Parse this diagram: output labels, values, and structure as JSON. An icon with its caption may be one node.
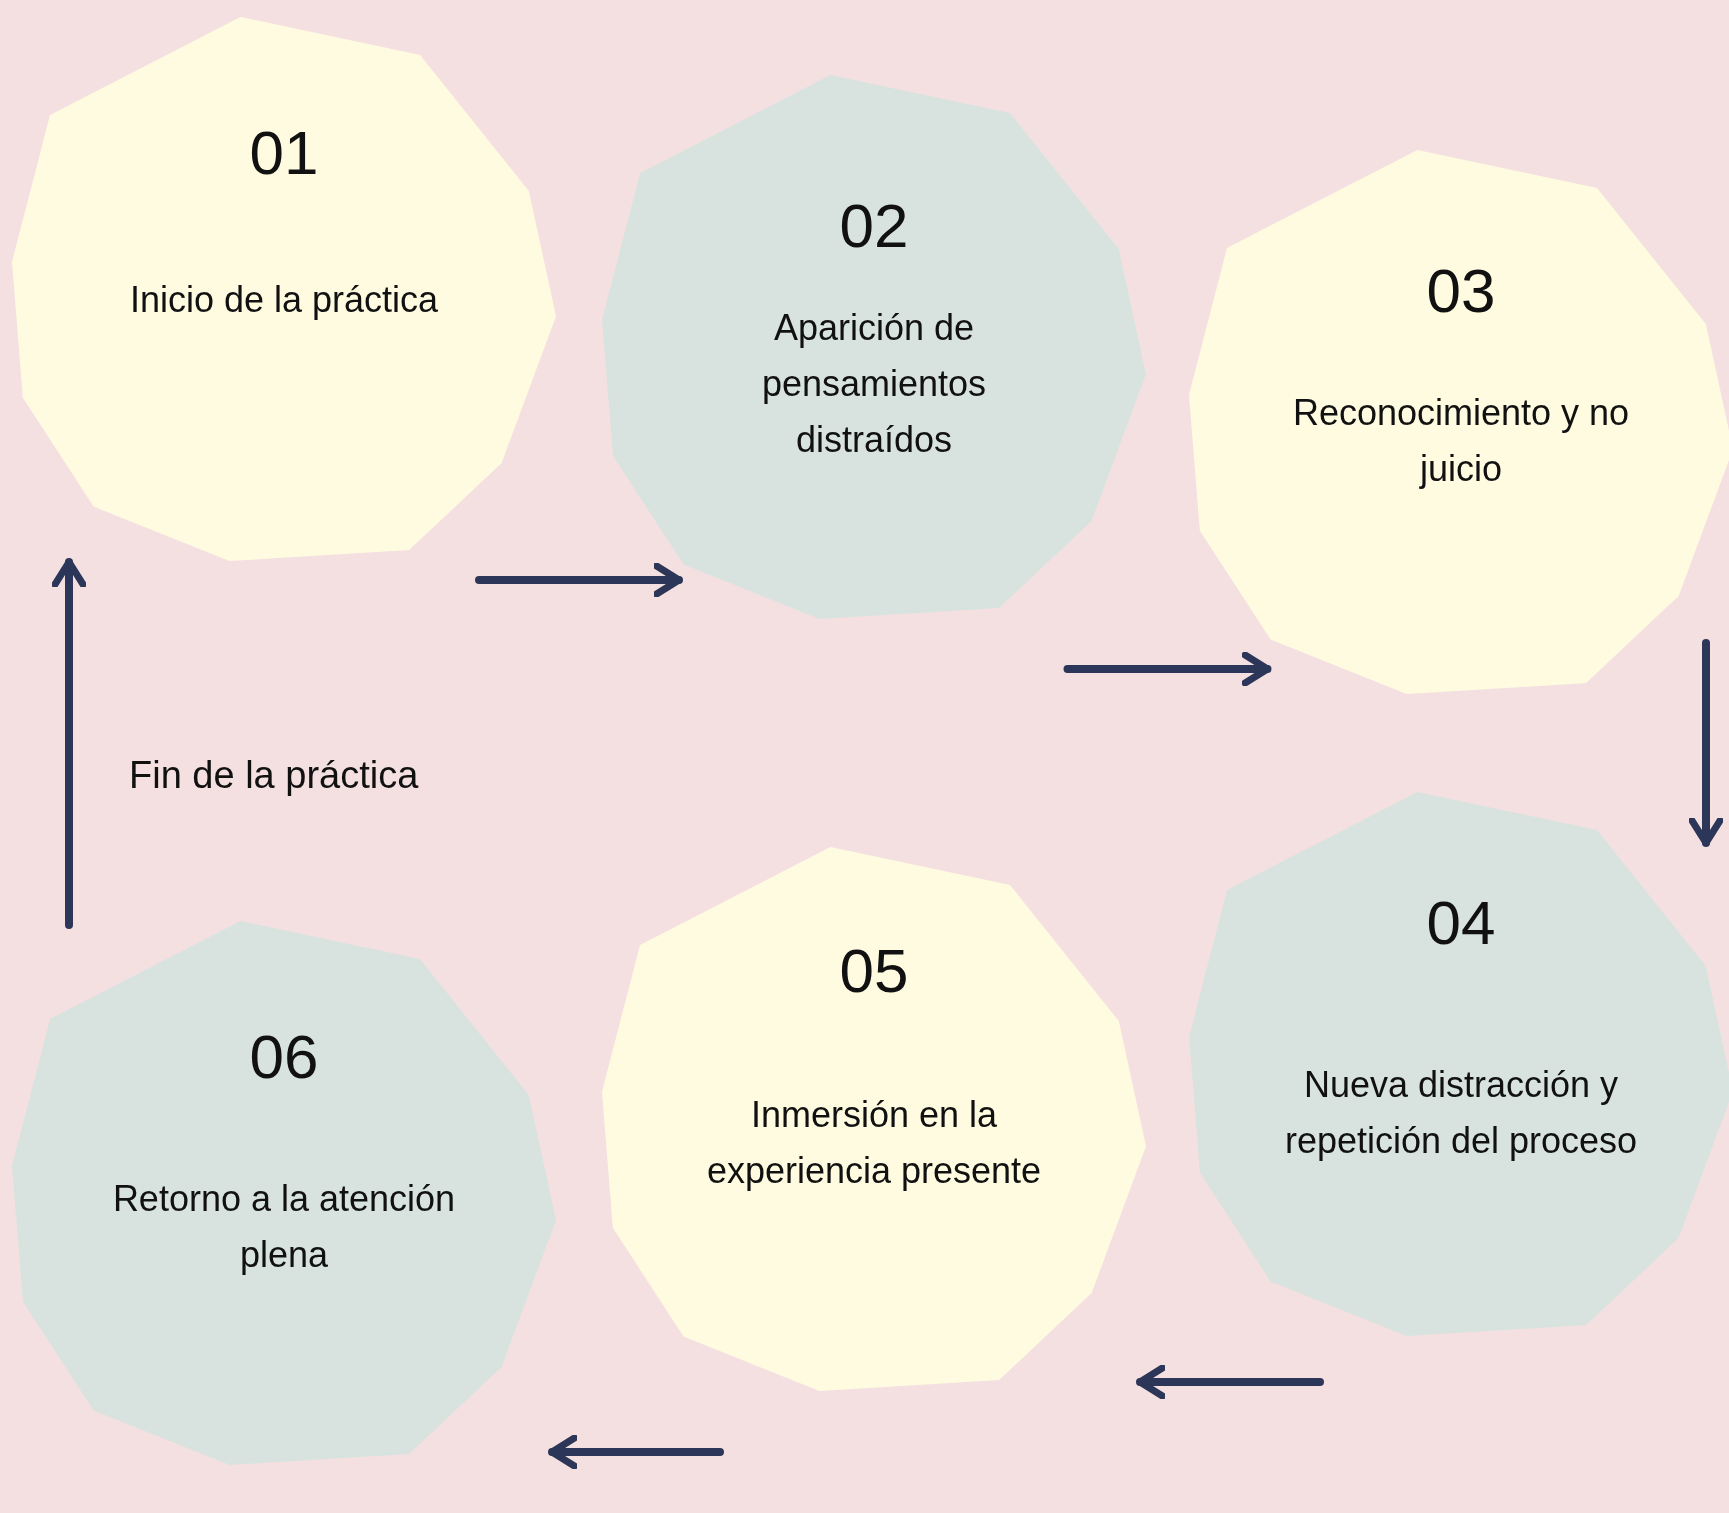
{
  "diagram": {
    "nodes": [
      {
        "text": [
          "01",
          "Inicio de la práctica"
        ]
      },
      {
        "text": [
          "02",
          "Aparición de pensamientos distraídos"
        ]
      },
      {
        "text": [
          "03",
          "Reconocimiento y no juicio"
        ]
      },
      {
        "text": [
          "04",
          "Nueva distracción y repetición del proceso"
        ]
      },
      {
        "text": [
          "05",
          "Inmersión en la experiencia presente"
        ]
      },
      {
        "text": [
          "06",
          "Retorno a la atención plena"
        ]
      }
    ],
    "edges": [
      {
        "from": 0,
        "to": 1,
        "arrow": "to"
      },
      {
        "from": 1,
        "to": 2,
        "arrow": "to"
      },
      {
        "from": 2,
        "to": 3,
        "arrow": "to"
      },
      {
        "from": 3,
        "to": 4,
        "arrow": "to"
      },
      {
        "from": 4,
        "to": 5,
        "arrow": "to"
      },
      {
        "from": 5,
        "to": 0,
        "arrow": "to",
        "label": "Fin de la práctica"
      }
    ]
  }
}
